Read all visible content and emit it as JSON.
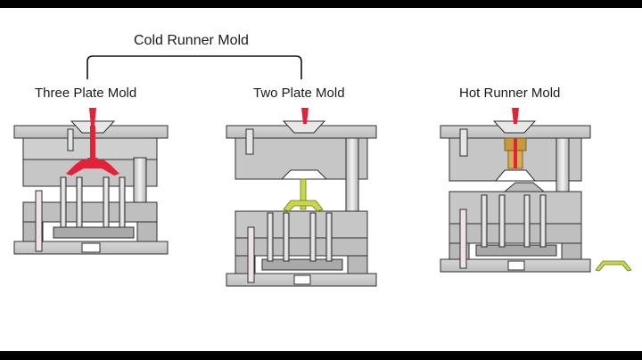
{
  "group_label": "Cold Runner Mold",
  "molds": [
    {
      "label": "Three Plate Mold"
    },
    {
      "label": "Two Plate Mold"
    },
    {
      "label": "Hot Runner Mold"
    }
  ],
  "colors": {
    "plate_fill": "#c9c9c9",
    "plate_stroke": "#2e2e2e",
    "pin_fill": "#eef0f0",
    "pin_stripe": "#c9a8b2",
    "melt_red": "#e3223a",
    "runner_yellow": "#c8d64a",
    "heater_gold": "#c69a3b",
    "background": "#ffffff",
    "letterbox": "#000000"
  },
  "icons": [
    "bracket",
    "nozzle-icon",
    "ejector-pin-icon",
    "bolt-icon"
  ]
}
